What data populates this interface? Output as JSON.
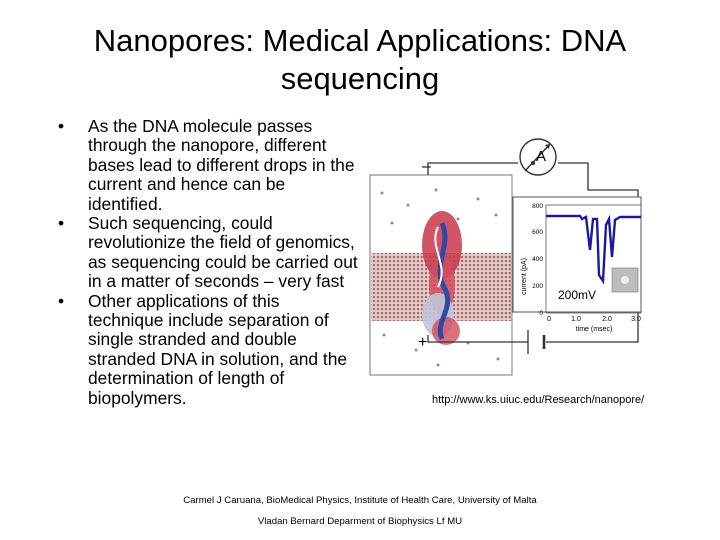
{
  "slide": {
    "title": "Nanopores: Medical Applications: DNA sequencing",
    "bullets": [
      "As the DNA molecule passes through the nanopore, different bases lead to different drops in the current and hence can be identified.",
      "Such sequencing, could revolutionize the field of genomics, as sequencing could be carried out in a matter of seconds – very fast",
      "Other applications of this technique include separation of single stranded and double stranded DNA in solution, and the determination of length of biopolymers."
    ],
    "bullet_glyph": "•"
  },
  "figure": {
    "ammeter_label": "A",
    "minus_label": "–",
    "plus_label": "+",
    "voltage_label": "200mV",
    "y_axis_label": "current (pA)",
    "y_ticks": [
      "800",
      "600",
      "400",
      "200",
      "0"
    ],
    "x_axis_label": "time (msec)",
    "x_ticks": [
      "0",
      "1.0",
      "2.0",
      "3.0"
    ],
    "trace_color": "#1a1aa0",
    "source_url": "http://www.ks.uiuc.edu/Research/nanopore/"
  },
  "footer": {
    "credit_line1": "Carmel J Caruana, BioMedical Physics, Institute of Health Care, University of Malta",
    "credit_line2": "Vladan Bernard Deparment of Biophysics Lf MU"
  }
}
